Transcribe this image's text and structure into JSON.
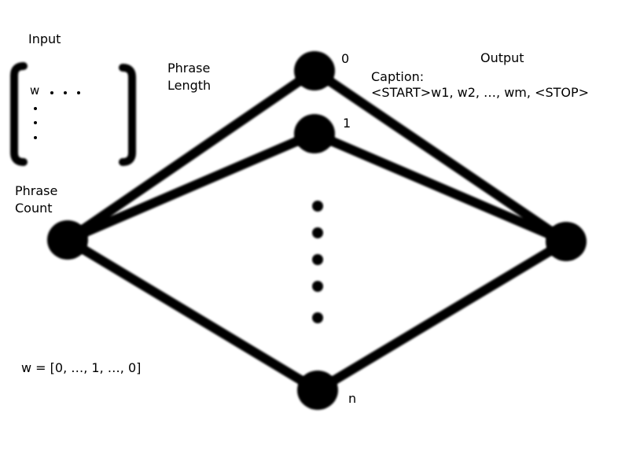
{
  "labels": {
    "input": "Input",
    "phrase_length_line1": "Phrase",
    "phrase_length_line2": "Length",
    "phrase_count_line1": "Phrase",
    "phrase_count_line2": "Count",
    "matrix_w": "w",
    "w_vector": "w = [0, …, 1, …, 0]",
    "output": "Output",
    "caption_title": "Caption:",
    "caption_sequence": "<START>w1, w2, …, wm, <STOP>"
  },
  "hidden_nodes": {
    "first": "0",
    "second": "1",
    "last": "n"
  },
  "colors": {
    "ink": "#000000",
    "background": "#ffffff"
  }
}
